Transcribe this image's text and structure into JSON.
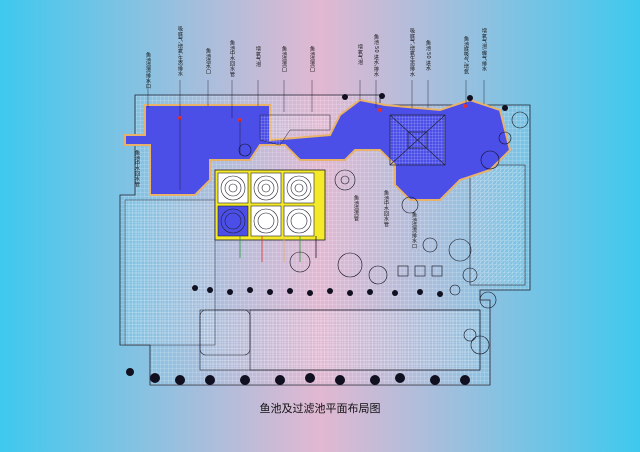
{
  "title": "鱼池及过滤池平面布局图",
  "colors": {
    "bg_left": "#3ec9ee",
    "bg_mid": "#e2b8d2",
    "bg_right": "#3ec9ee",
    "pond": "#4b4fe8",
    "pond_edge": "#e8b26a",
    "filter_yellow": "#f4ea2a",
    "grid": "#ffffff",
    "dark": "#101020"
  },
  "labels": {
    "top_1": "鱼池溢流排水口",
    "top_2": "吸底气,增氧,生态排水",
    "top_3": "鱼池溢水口",
    "top_4": "鱼池中水回水管",
    "top_5": "增氧气泡",
    "top_6": "鱼池溢流口",
    "top_7": "鱼池溢流口",
    "top_8": "增氧气泡",
    "top_9": "鱼池 50 进水,排水",
    "top_10": "吸底气,增氧生态排水",
    "top_11": "鱼池 50 进水",
    "top_12": "鱼池底吸气,增氧",
    "top_13": "增氧气泡,曝气排水",
    "left_1": "鱼池中水回水管",
    "mid_1": "鱼池溢流管",
    "mid_2": "鱼池中水回水管",
    "mid_3": "鱼池溢流排水口"
  }
}
